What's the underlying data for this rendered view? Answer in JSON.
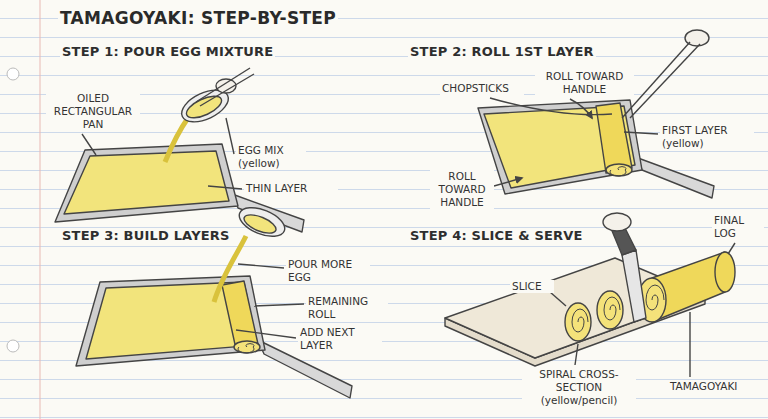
{
  "diagram": {
    "title": "TAMAGOYAKI: STEP-BY-STEP",
    "labels": [
      "STEP 1: POUR EGG MIXTURE",
      "OILED RECTANGULAR PAN",
      "EGG MIX (yellow)",
      "THIN LAYER",
      "STEP 2: ROLL 1ST LAYER",
      "CHOPSTICKS",
      "ROLL TOWARD HANDLE",
      "FIRST LAYER (yellow)",
      "ROLL TOWARD HANDLE",
      "STEP 3: BUILD LAYERS",
      "POUR MORE EGG",
      "REMAINING ROLL",
      "ADD NEXT LAYER",
      "STEP 4: SLICE & SERVE",
      "FINAL LOG",
      "SLICE",
      "SPIRAL CROSS-SECTION (yellow/pencil)",
      "TAMAGOYAKI"
    ]
  }
}
